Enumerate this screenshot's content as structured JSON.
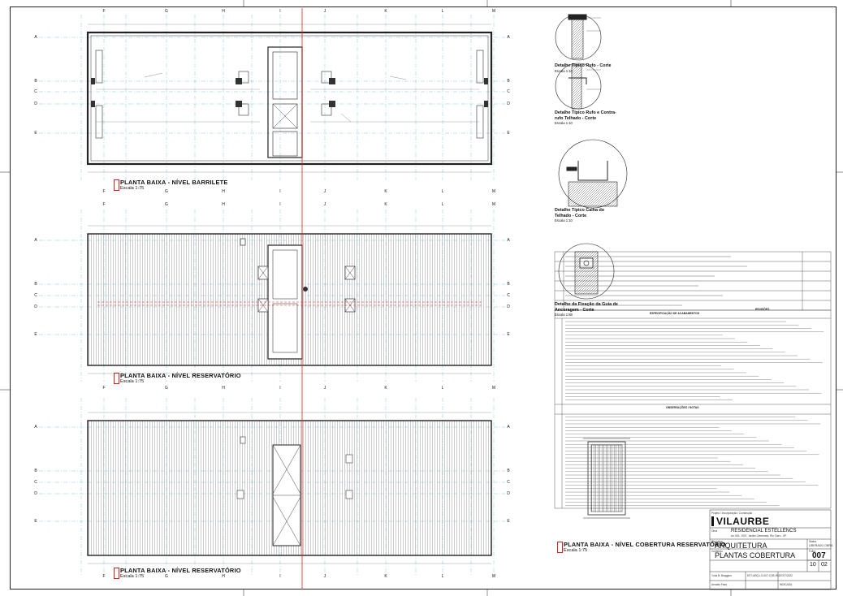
{
  "sheet": {
    "plans": [
      {
        "title": "PLANTA BAIXA - NÍVEL BARRILETE",
        "scale": "Escala 1:75"
      },
      {
        "title": "PLANTA BAIXA - NÍVEL RESERVATÓRIO",
        "scale": "Escala 1:75"
      },
      {
        "title": "PLANTA BAIXA - NÍVEL COBERTURA RESERVATÓRIO",
        "scale": "Escala 1:75"
      }
    ],
    "details": [
      {
        "title": "Detalhe Típico Rufo - Corte",
        "scale": "Escala 1:10"
      },
      {
        "title": "Detalhe Típico Rufo e Contra-rufo Telhado - Corte",
        "scale": "Escala 1:10"
      },
      {
        "title": "Detalhe Típico Calha do Telhado - Corte",
        "scale": "Escala 1:10"
      },
      {
        "title": "Detalhe da Fixação da Guia de Ancoragem - Corte",
        "scale": "Escala 1:88"
      }
    ],
    "grid_labels": [
      "F",
      "G",
      "H",
      "I",
      "J",
      "K",
      "L",
      "M"
    ],
    "row_labels": [
      "A",
      "B",
      "C",
      "D",
      "E"
    ],
    "notes": {
      "revisoes_header": "REVISÕES",
      "specs_header": "ESPECIFICAÇÃO DE ACABAMENTOS",
      "notas_header": "OBSERVAÇÕES / NOTAS"
    },
    "title_block": {
      "project_label": "Projeto / Incorporação / Construção",
      "company": "VILAURBE",
      "work_label": "Obra",
      "work": "RESIDENCIAL ESTELLENCS",
      "address": "Av. M/1, 1907, Jardim Cemeraes, Rio Claro - SP",
      "discipline_label": "Disciplina",
      "discipline": "ARQUITETURA",
      "content_label": "Conteúdo",
      "content": "PLANTAS COBERTURA",
      "status_label": "Status",
      "status": "LIBERADO OBRA",
      "sheet_label": "Folha",
      "sheet_number": "007",
      "sheet_of_a": "10",
      "sheet_of_b": "02",
      "author": "Yuna B. Braggion",
      "coordinator": "Arnaldo Fava",
      "date": "27/07/2022",
      "file": "EST-ARQ-LO-007-COB-R02",
      "scale_note": "INDICADA"
    }
  }
}
